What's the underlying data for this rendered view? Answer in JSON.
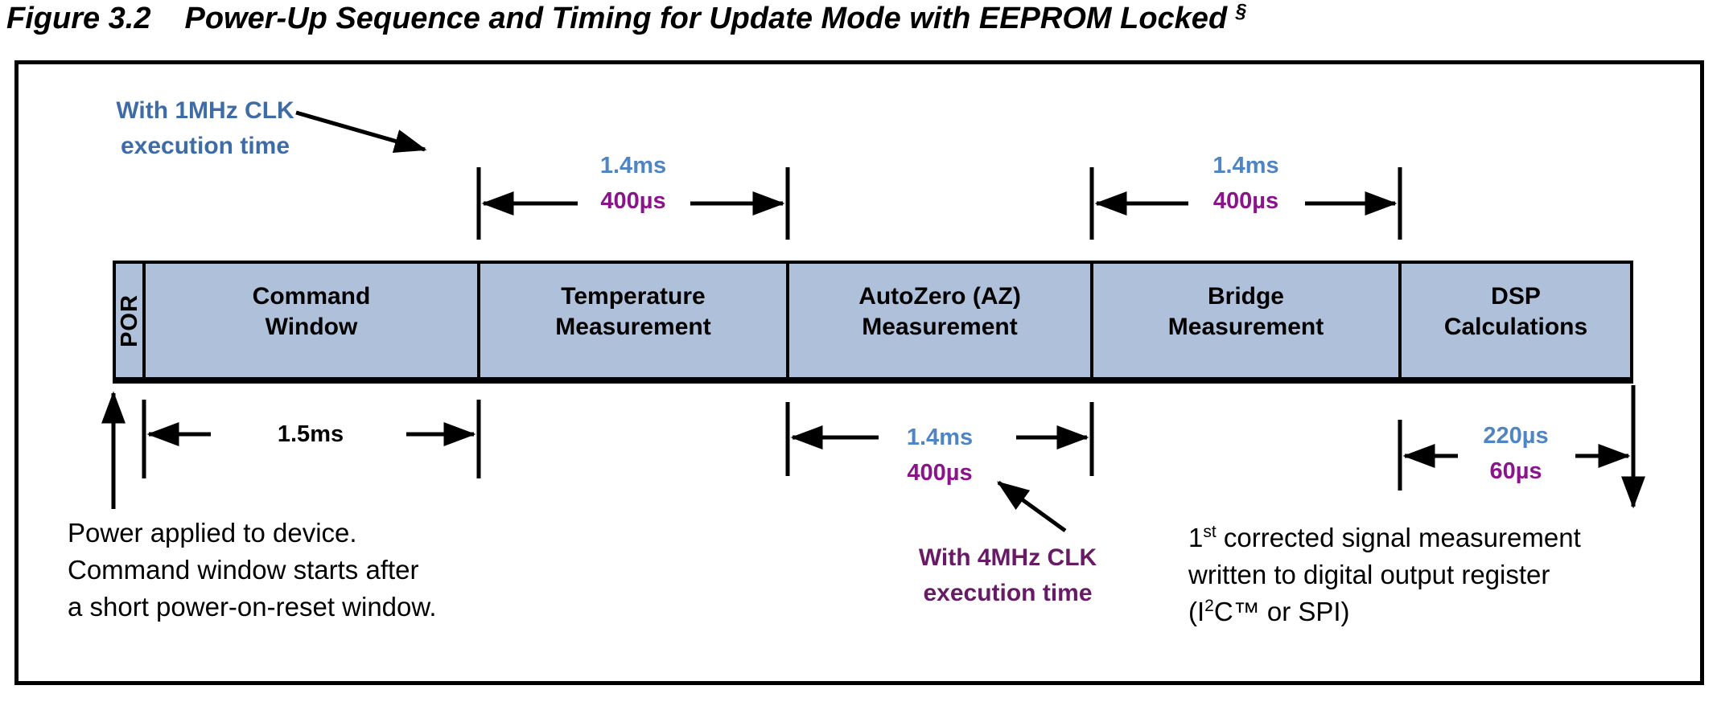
{
  "figure": {
    "label": "Figure 3.2",
    "title": "Power-Up Sequence and Timing for Update Mode with EEPROM Locked",
    "footnote_mark": "§"
  },
  "colors": {
    "bar_fill": "#aec0da",
    "value_blue": "#4f85c2",
    "annotation_blue": "#3e6ca6",
    "value_purple": "#8a148a",
    "annotation_purple": "#681a66",
    "ink": "#000000"
  },
  "sequence": {
    "segments": [
      {
        "id": "por",
        "lines": [
          "POR"
        ]
      },
      {
        "id": "command-window",
        "lines": [
          "Command",
          "Window"
        ]
      },
      {
        "id": "temperature-measurement",
        "lines": [
          "Temperature",
          "Measurement"
        ]
      },
      {
        "id": "autozero-measurement",
        "lines": [
          "AutoZero (AZ)",
          "Measurement"
        ]
      },
      {
        "id": "bridge-measurement",
        "lines": [
          "Bridge",
          "Measurement"
        ]
      },
      {
        "id": "dsp-calculations",
        "lines": [
          "DSP",
          "Calculations"
        ]
      }
    ]
  },
  "timing": {
    "temperature": {
      "clk_1mhz": "1.4ms",
      "clk_4mhz": "400µs"
    },
    "bridge": {
      "clk_1mhz": "1.4ms",
      "clk_4mhz": "400µs"
    },
    "command_window": {
      "duration": "1.5ms"
    },
    "autozero": {
      "clk_1mhz": "1.4ms",
      "clk_4mhz": "400µs"
    },
    "dsp": {
      "clk_1mhz": "220µs",
      "clk_4mhz": "60µs"
    }
  },
  "annotations": {
    "clk_1mhz": {
      "lines": [
        "With 1MHz CLK",
        "execution time"
      ]
    },
    "clk_4mhz": {
      "lines": [
        "With 4MHz CLK",
        "execution time"
      ]
    },
    "power_note": {
      "lines": [
        "Power applied to device.",
        "Command window starts after",
        "a short power-on-reset window."
      ]
    },
    "output_note": {
      "line1_num": "1",
      "line1_sup": "st",
      "line1_rest": " corrected signal measurement",
      "line2": "written to digital output register",
      "line3_pre": "(I",
      "line3_sup": "2",
      "line3_rest": "C™ or SPI)"
    }
  }
}
